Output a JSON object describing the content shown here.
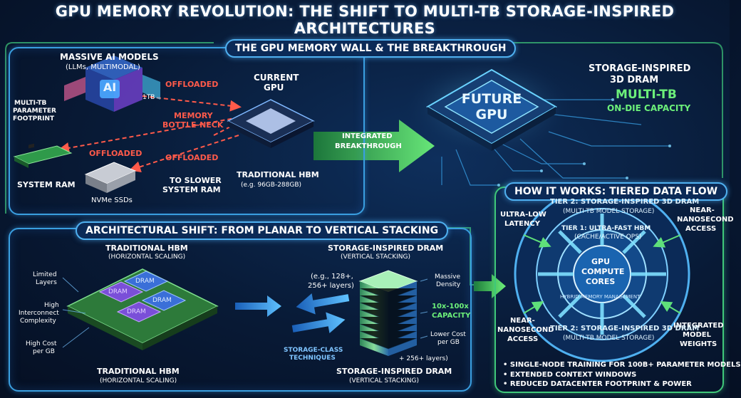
{
  "title": "GPU MEMORY REVOLUTION: THE SHIFT TO MULTI-TB STORAGE-INSPIRED ARCHITECTURES",
  "top": {
    "header": "THE GPU MEMORY WALL & THE BREAKTHROUGH",
    "models_title_line1": "MASSIVE AI MODELS",
    "models_title_line2": "(LLMs, MULTIMODAL)",
    "ai_icon_text": "AI",
    "tb_label": "1TB",
    "footprint_line1": "MULTI-TB",
    "footprint_line2": "PARAMETER",
    "footprint_line3": "FOOTPRINT",
    "offloaded_1": "OFFLOADED",
    "bottleneck_line1": "MEMORY",
    "bottleneck_line2": "BOTTLE-NECK",
    "offloaded_2": "OFFLOADED",
    "offloaded_3": "OFFLOADED",
    "slower_line1": "TO SLOWER",
    "slower_line2": "SYSTEM RAM",
    "system_ram": "SYSTEM RAM",
    "nvme": "NVMe SSDs",
    "current_gpu_line1": "CURRENT",
    "current_gpu_line2": "GPU",
    "traditional_hbm": "TRADITIONAL HBM",
    "hbm_range": "(e.g. 96GB-288GB)",
    "integrated_line1": "INTEGRATED",
    "integrated_line2": "BREAKTHROUGH",
    "future_gpu_line1": "FUTURE",
    "future_gpu_line2": "GPU",
    "storage_dram_line1": "STORAGE-INSPIRED",
    "storage_dram_line2": "3D DRAM",
    "multi_tb": "MULTI-TB",
    "on_die": "ON-DIE CAPACITY"
  },
  "shift": {
    "header": "ARCHITECTURAL SHIFT: FROM PLANAR TO VERTICAL STACKING",
    "hbm_title": "TRADITIONAL HBM",
    "hbm_sub": "(HORIZONTAL SCALING)",
    "limited_line1": "Limited",
    "limited_line2": "Layers",
    "interconnect_line1": "High",
    "interconnect_line2": "Interconnect",
    "interconnect_line3": "Complexity",
    "cost_line1": "High Cost",
    "cost_line2": "per GB",
    "dram_chip": "DRAM",
    "hbm_bottom_title": "TRADITIONAL HBM",
    "hbm_bottom_sub": "(HORIZONTAL SCALING)",
    "sid_title": "STORAGE-INSPIRED DRAM",
    "sid_sub": "(VERTICAL STACKING)",
    "layers_line1": "(e.g., 128+,",
    "layers_line2": "256+ layers)",
    "density_line1": "Massive",
    "density_line2": "Density",
    "capacity_line1": "10x-100x",
    "capacity_line2": "CAPACITY",
    "lower_cost_line1": "Lower Cost",
    "lower_cost_line2": "per GB",
    "layers_256": "+ 256+ layers)",
    "storage_class_line1": "STORAGE-CLASS",
    "storage_class_line2": "TECHNIQUES",
    "sid_bottom_title": "STORAGE-INSPIRED DRAM",
    "sid_bottom_sub": "(VERTICAL STACKING)"
  },
  "flow": {
    "header": "HOW IT WORKS: TIERED DATA FLOW",
    "ultra_low_line1": "ULTRA-LOW",
    "ultra_low_line2": "LATENCY",
    "near_ns_line1": "NEAR-",
    "near_ns_line2": "NANOSECOND",
    "near_ns_line3": "ACCESS",
    "near_ns2_line1": "NEAR-",
    "near_ns2_line2": "NANOSECOND",
    "near_ns2_line3": "ACCESS",
    "integrated_line1": "INTEGRATED",
    "integrated_line2": "MODEL",
    "integrated_line3": "WEIGHTS",
    "tier2_top": "TIER 2: STORAGE-INSPIRED 3D DRAM",
    "tier2_top_sub": "(MULTI-TB MODEL STORAGE)",
    "tier1": "TIER 1: ULTRA-FAST HBM",
    "tier1_sub": "(CACHE/ACTIVE OPS)",
    "core_line1": "GPU",
    "core_line2": "COMPUTE",
    "core_line3": "CORES",
    "hybrid": "HYBRID MEMORY MANAGEMENT",
    "tier2_bottom": "TIER 2: STORAGE-INSPIRED 3D DRAM",
    "tier2_bottom_sub": "(MULTI-TB MODEL STORAGE)",
    "bullets": [
      "SINGLE-NODE TRAINING FOR 100B+ PARAMETER MODELS",
      "EXTENDED CONTEXT WINDOWS",
      "REDUCED DATACENTER FOOTPRINT & POWER"
    ]
  }
}
